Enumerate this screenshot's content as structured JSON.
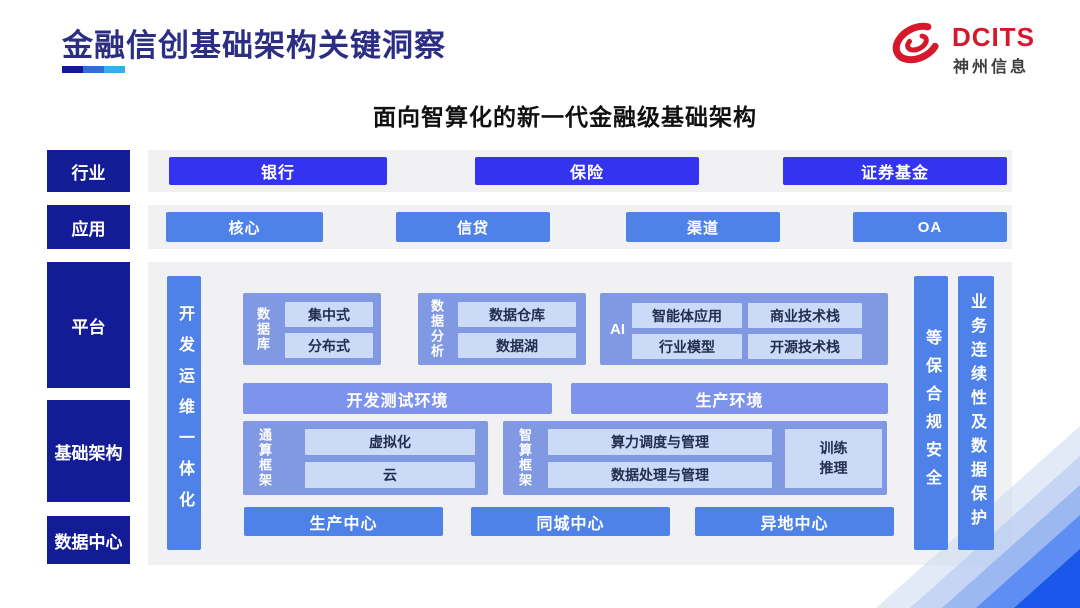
{
  "header": {
    "title": "金融信创基础架构关键洞察",
    "subtitle": "面向智算化的新一代金融级基础架构",
    "logo": {
      "brand": "DCITS",
      "company": "神州信息"
    }
  },
  "colors": {
    "title_navy": "#2b2e83",
    "side_label_navy": "#131c95",
    "industry_blue": "#3433ef",
    "primary_blue": "#4f82e8",
    "group_blue": "#8199e3",
    "env_blue": "#7e94ec",
    "light_box_blue": "#cbdaf6",
    "panel_gray": "#f1f1f3",
    "logo_red": "#d5182b",
    "corner_accent_blue": "#1a58ec"
  },
  "side_labels": [
    "行业",
    "应用",
    "平台",
    "基础架构",
    "数据中心"
  ],
  "industry_row": {
    "items": [
      "银行",
      "保险",
      "证券基金"
    ]
  },
  "application_row": {
    "items": [
      "核心",
      "信贷",
      "渠道",
      "OA"
    ]
  },
  "platform": {
    "devops_bar": "开发运维一体化",
    "database_group": {
      "label": "数据库",
      "items": [
        "集中式",
        "分布式"
      ]
    },
    "analytics_group": {
      "label": "数据分析",
      "items": [
        "数据仓库",
        "数据湖"
      ]
    },
    "ai_group": {
      "label": "AI",
      "items": [
        "智能体应用",
        "商业技术栈",
        "行业模型",
        "开源技术栈"
      ]
    },
    "environments": [
      "开发测试环境",
      "生产环境"
    ],
    "general_compute_group": {
      "label": "通算框架",
      "items": [
        "虚拟化",
        "云"
      ]
    },
    "intelligent_compute_group": {
      "label": "智算框架",
      "items": [
        "算力调度与管理",
        "数据处理与管理"
      ],
      "side_item": "训练\n推理"
    },
    "centers": [
      "生产中心",
      "同城中心",
      "异地中心"
    ],
    "security_bar": "等保合规安全",
    "continuity_bar": "业务连续性及数据保护"
  }
}
